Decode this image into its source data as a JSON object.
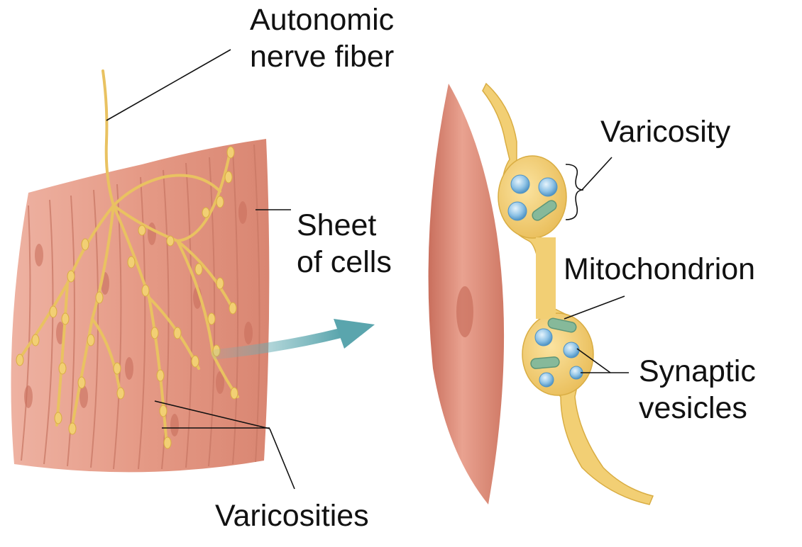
{
  "labels": {
    "autonomic_line1": "Autonomic",
    "autonomic_line2": "nerve fiber",
    "sheet_line1": "Sheet",
    "sheet_line2": "of cells",
    "varicosities": "Varicosities",
    "varicosity": "Varicosity",
    "mitochondrion": "Mitochondrion",
    "synaptic_line1": "Synaptic",
    "synaptic_line2": "vesicles"
  },
  "colors": {
    "muscle": "#e59a86",
    "muscle_dark": "#c96f5d",
    "muscle_light": "#f3c3b5",
    "nerve": "#f2cf74",
    "nerve_dark": "#d9ad43",
    "vesicle": "#8fc3e6",
    "vesicle_dark": "#4f93c4",
    "mitochondrion": "#86b99a",
    "arrow": "#6fb3b9",
    "leader": "#111111"
  },
  "icons": {
    "arrow": "arrow-right-icon"
  }
}
